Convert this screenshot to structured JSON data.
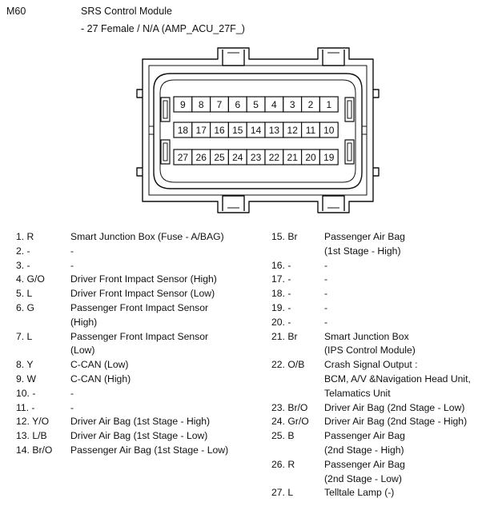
{
  "header": {
    "code": "M60",
    "title": "SRS Control Module",
    "subtitle": "- 27 Female / N/A (AMP_ACU_27F_)"
  },
  "connector": {
    "top_row": [
      "9",
      "8",
      "7",
      "6",
      "5",
      "4",
      "3",
      "2",
      "1"
    ],
    "middle_row": [
      "18",
      "17",
      "16",
      "15",
      "14",
      "13",
      "12",
      "11",
      "10"
    ],
    "bottom_row": [
      "27",
      "26",
      "25",
      "24",
      "23",
      "22",
      "21",
      "20",
      "19"
    ]
  },
  "pins_left": [
    {
      "num": "1. R",
      "desc": [
        "Smart Junction Box (Fuse - A/BAG)"
      ]
    },
    {
      "num": "2. -",
      "desc": [
        "-"
      ]
    },
    {
      "num": "3. -",
      "desc": [
        "-"
      ]
    },
    {
      "num": "4. G/O",
      "desc": [
        "Driver Front Impact Sensor (High)"
      ]
    },
    {
      "num": "5. L",
      "desc": [
        "Driver Front Impact Sensor (Low)"
      ]
    },
    {
      "num": "6. G",
      "desc": [
        "Passenger Front Impact Sensor",
        "(High)"
      ]
    },
    {
      "num": "7. L",
      "desc": [
        "Passenger Front Impact Sensor",
        "(Low)"
      ]
    },
    {
      "num": "8. Y",
      "desc": [
        "C-CAN (Low)"
      ]
    },
    {
      "num": "9. W",
      "desc": [
        "C-CAN (High)"
      ]
    },
    {
      "num": "10. -",
      "desc": [
        "-"
      ]
    },
    {
      "num": "11. -",
      "desc": [
        "-"
      ]
    },
    {
      "num": "12. Y/O",
      "desc": [
        "Driver Air Bag (1st Stage - High)"
      ]
    },
    {
      "num": "13. L/B",
      "desc": [
        "Driver Air Bag (1st Stage - Low)"
      ]
    },
    {
      "num": "14. Br/O",
      "desc": [
        "Passenger Air Bag (1st Stage - Low)"
      ]
    }
  ],
  "pins_right": [
    {
      "num": "15. Br",
      "desc": [
        "Passenger Air Bag",
        "(1st Stage - High)"
      ]
    },
    {
      "num": "16. -",
      "desc": [
        "-"
      ]
    },
    {
      "num": "17. -",
      "desc": [
        "-"
      ]
    },
    {
      "num": "18. -",
      "desc": [
        "-"
      ]
    },
    {
      "num": "19. -",
      "desc": [
        "-"
      ]
    },
    {
      "num": "20. -",
      "desc": [
        "-"
      ]
    },
    {
      "num": "21. Br",
      "desc": [
        "Smart Junction Box",
        "(IPS Control Module)"
      ]
    },
    {
      "num": "22. O/B",
      "desc": [
        "Crash Signal Output :",
        "BCM, A/V &Navigation Head Unit,",
        "Telamatics Unit"
      ]
    },
    {
      "num": "23. Br/O",
      "desc": [
        "Driver Air Bag (2nd Stage - Low)"
      ]
    },
    {
      "num": "24. Gr/O",
      "desc": [
        "Driver Air Bag (2nd Stage - High)"
      ]
    },
    {
      "num": "25. B",
      "desc": [
        "Passenger Air Bag",
        "(2nd Stage - High)"
      ]
    },
    {
      "num": "26. R",
      "desc": [
        "Passenger Air Bag",
        "(2nd Stage - Low)"
      ]
    },
    {
      "num": "27. L",
      "desc": [
        "Telltale Lamp (-)"
      ]
    }
  ]
}
